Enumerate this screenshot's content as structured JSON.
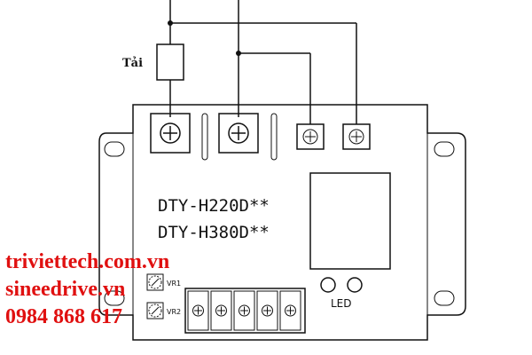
{
  "diagram": {
    "load_label": "Tải",
    "model_line1": "DTY-H220D**",
    "model_line2": "DTY-H380D**",
    "vr1_label": "VR1",
    "vr2_label": "VR2",
    "led_label": "LED"
  },
  "watermark": {
    "line1": "triviettech.com.vn",
    "line2": "sineedrive.vn",
    "line3": "0984 868 617",
    "color": "#e01010"
  }
}
